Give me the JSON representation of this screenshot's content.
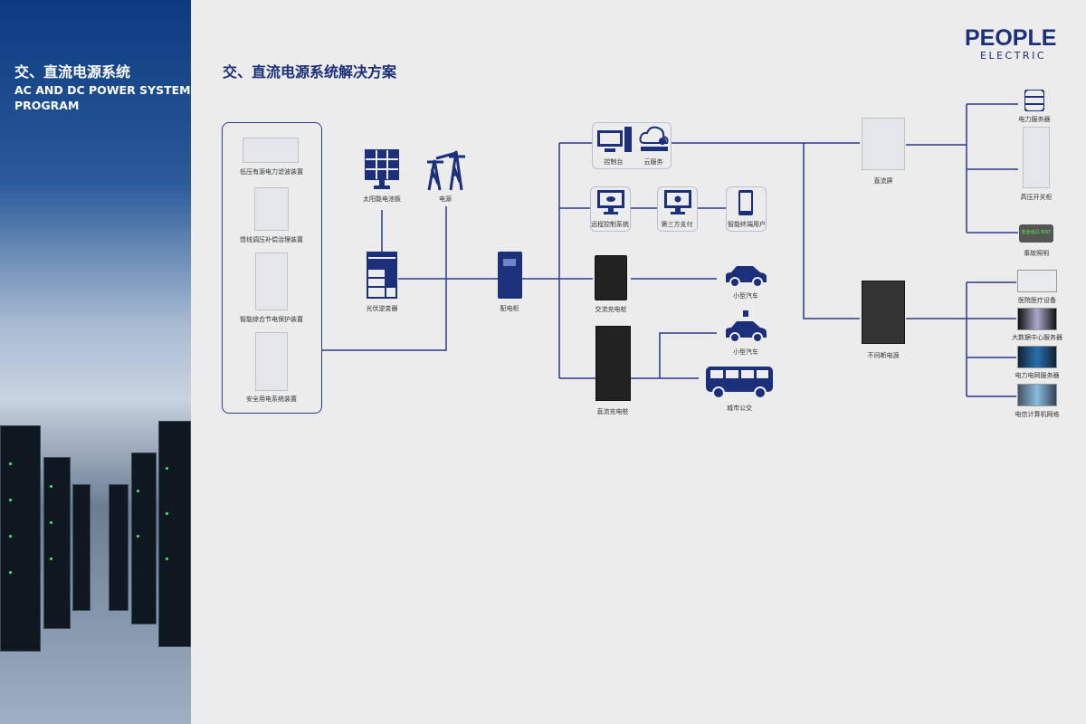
{
  "sidebar": {
    "title_cn": "交、直流电源系统",
    "title_en": "AC AND DC POWER SYSTEM PROGRAM"
  },
  "header": {
    "title": "交、直流电源系统解决方案",
    "logo_main": "PEOPLE",
    "logo_sub": "ELECTRIC"
  },
  "devices": [
    "低压有源电力滤波装置",
    "馈线调压补偿治理装置",
    "智能综合节电保护装置",
    "安全用电系统装置"
  ],
  "sources": {
    "solar": "太阳能电池板",
    "grid": "电源",
    "inverter": "光伏逆变器",
    "distribution": "配电柜"
  },
  "control": {
    "console": "控制台",
    "cloud": "云服务",
    "remote": "远程控制系统",
    "payment": "第三方支付",
    "terminal": "智能终端用户"
  },
  "charging": {
    "ac": "交流充电桩",
    "dc": "直流充电桩",
    "car1": "小型汽车",
    "car2": "小型汽车",
    "bus": "城市公交"
  },
  "dc_screen": {
    "label": "直流屏",
    "loads": [
      "电力服务器",
      "高压开关柜",
      "事故照明"
    ],
    "exit_sign": "安全出口 EXIT"
  },
  "ups": {
    "label": "不间断电源",
    "loads": [
      "医院医疗设备",
      "大数据中心服务器",
      "电力电网服务器",
      "电信计算机网格"
    ]
  },
  "colors": {
    "primary": "#1b2f7a",
    "line": "#2b3b8c",
    "bg": "#ececec"
  }
}
